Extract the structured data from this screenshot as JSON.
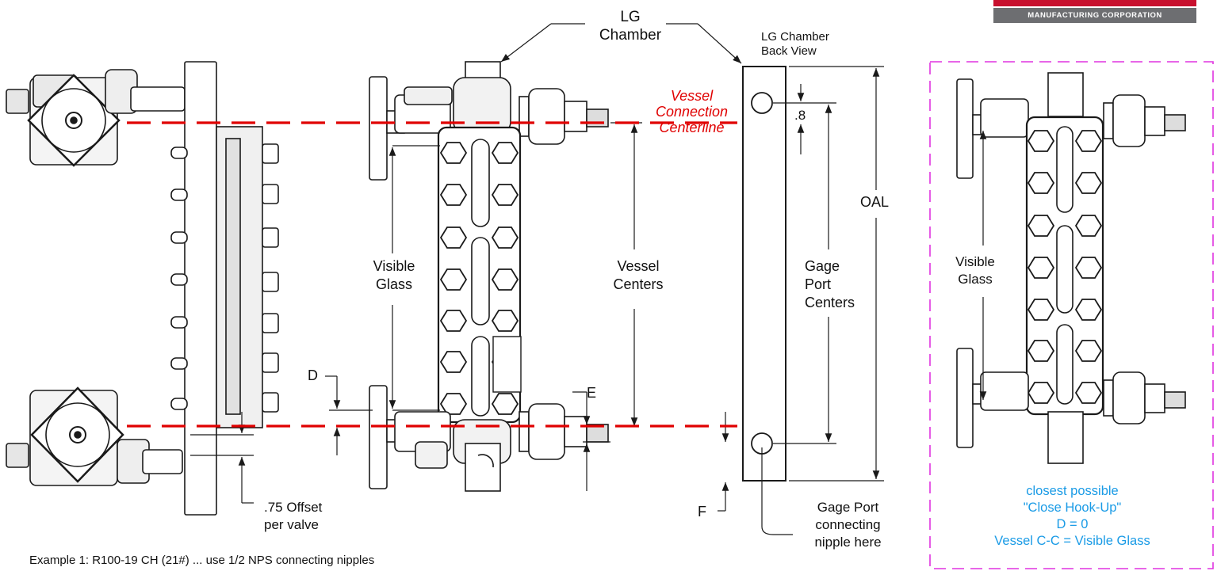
{
  "logo": {
    "tagline": "MANUFACTURING CORPORATION",
    "brand_color": "#c8102e",
    "bar_color": "#6d6e71"
  },
  "labels": {
    "lg_chamber": "LG\nChamber",
    "lg_chamber_back": "LG Chamber\nBack View",
    "vessel_connection": "Vessel\nConnection\nCenterline",
    "dim_08": ".8",
    "oal": "OAL",
    "visible_glass_main": "Visible\nGlass",
    "vessel_centers": "Vessel\nCenters",
    "gage_port_centers": "Gage\nPort\nCenters",
    "visible_glass_right": "Visible\nGlass",
    "dim_d": "D",
    "dim_e": "E",
    "dim_f": "F",
    "offset": ".75 Offset\nper valve",
    "gage_port_nipple": "Gage Port\nconnecting\nnipple here",
    "example": "Example 1: R100-19 CH (21#) ... use 1/2 NPS connecting nipples",
    "close_hookup": "closest possible\n\"Close Hook-Up\"\nD = 0\nVessel C-C = Visible Glass"
  },
  "colors": {
    "centerline": "#e00000",
    "note_text": "#1a9be6",
    "dashed_box": "#e033e0",
    "line": "#1a1a1a"
  }
}
